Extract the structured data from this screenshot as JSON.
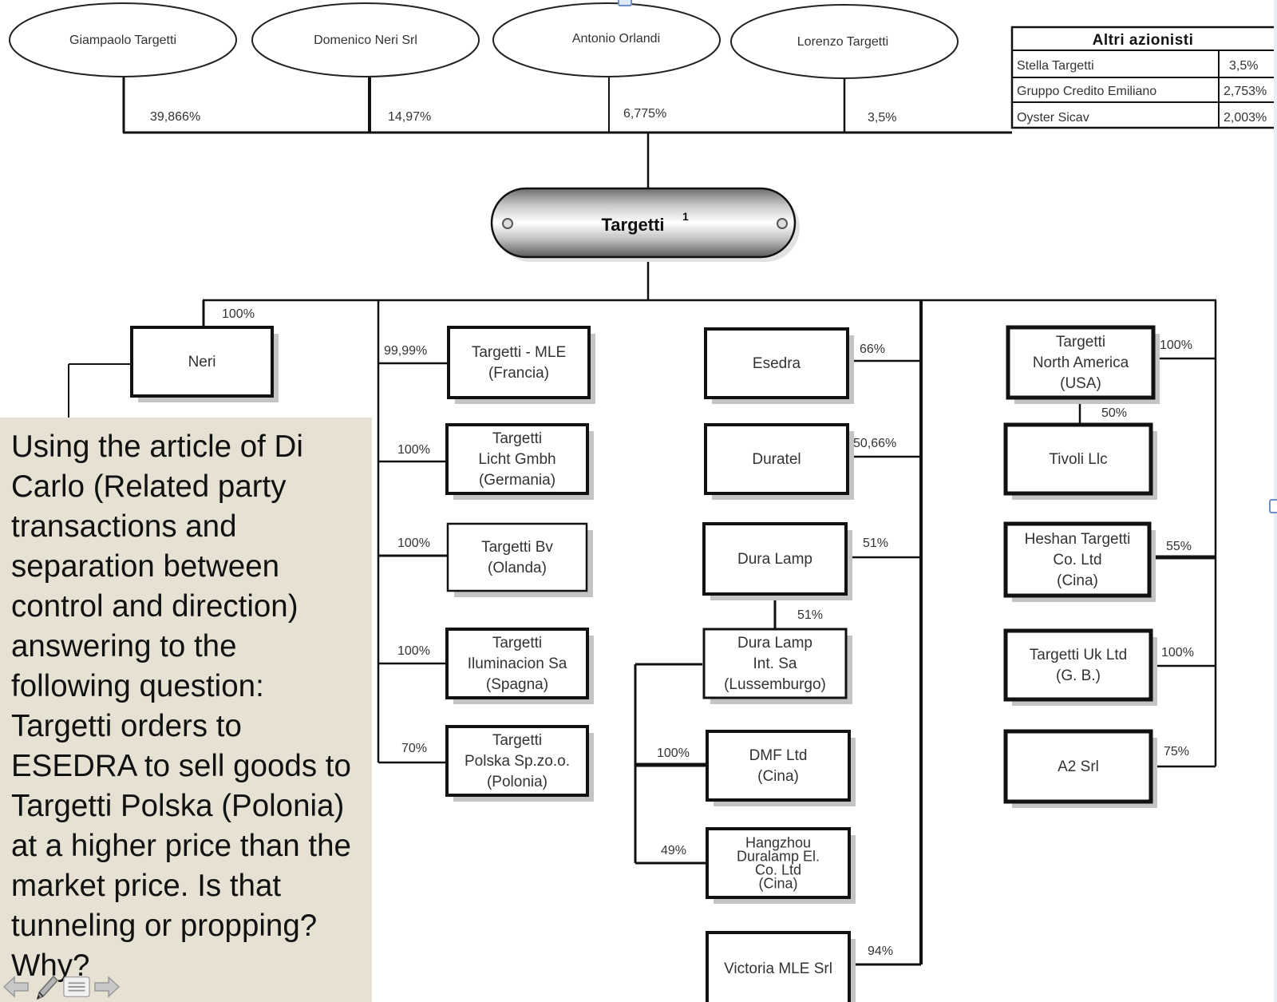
{
  "shareholders": [
    {
      "name": "Giampaolo Targetti",
      "stake": "39,866%"
    },
    {
      "name": "Domenico Neri Srl",
      "stake": "14,97%"
    },
    {
      "name": "Antonio Orlandi",
      "stake": "6,775%"
    },
    {
      "name": "Lorenzo Targetti",
      "stake": "3,5%"
    }
  ],
  "other_shareholders": {
    "title": "Altri azionisti",
    "rows": [
      {
        "name": "Stella Targetti",
        "stake": "3,5%"
      },
      {
        "name": "Gruppo Credito Emiliano",
        "stake": "2,753%"
      },
      {
        "name": "Oyster Sicav",
        "stake": "2,003%"
      }
    ]
  },
  "parent": {
    "name": "Targetti",
    "footnote": "1"
  },
  "subsidiaries": {
    "neri": {
      "lines": [
        "Neri"
      ],
      "stake": "100%"
    },
    "col1": [
      {
        "lines": [
          "Targetti - MLE",
          "(Francia)"
        ],
        "stake": "99,99%"
      },
      {
        "lines": [
          "Targetti",
          "Licht Gmbh",
          "(Germania)"
        ],
        "stake": "100%"
      },
      {
        "lines": [
          "Targetti Bv",
          "(Olanda)"
        ],
        "stake": "100%"
      },
      {
        "lines": [
          "Targetti",
          "Iluminacion Sa",
          "(Spagna)"
        ],
        "stake": "100%"
      },
      {
        "lines": [
          "Targetti",
          "Polska Sp.zo.o.",
          "(Polonia)"
        ],
        "stake": "70%"
      }
    ],
    "col2": [
      {
        "lines": [
          "Esedra"
        ],
        "stake": "66%"
      },
      {
        "lines": [
          "Duratel"
        ],
        "stake": "50,66%"
      },
      {
        "lines": [
          "Dura Lamp"
        ],
        "stake": "51%"
      },
      {
        "lines": [
          "Dura Lamp",
          "Int. Sa",
          "(Lussemburgo)"
        ],
        "stake": "51%"
      },
      {
        "lines": [
          "DMF Ltd",
          "(Cina)"
        ],
        "stake": "100%"
      },
      {
        "lines": [
          "Hangzhou",
          "Duralamp El.",
          "Co. Ltd",
          "(Cina)"
        ],
        "stake": "49%"
      },
      {
        "lines": [
          "Victoria MLE Srl"
        ],
        "stake": "94%"
      }
    ],
    "col3": [
      {
        "lines": [
          "Targetti",
          "North America",
          "(USA)"
        ],
        "stake": "100%"
      },
      {
        "lines": [
          "Tivoli Llc"
        ],
        "stake": "50%"
      },
      {
        "lines": [
          "Heshan Targetti",
          "Co. Ltd",
          "(Cina)"
        ],
        "stake": "55%"
      },
      {
        "lines": [
          "Targetti Uk Ltd",
          "(G. B.)"
        ],
        "stake": "100%"
      },
      {
        "lines": [
          "A2 Srl"
        ],
        "stake": "75%"
      }
    ]
  },
  "question": "Using the article of Di Carlo (Related party transactions and separation between control and direction) answering to the following question: Targetti orders to ESEDRA to sell goods to Targetti Polska (Polonia) at a higher price than the market price. Is that tunneling or propping? Why?",
  "nav": {
    "prev": "previous-slide",
    "pen": "pen-tool",
    "menu": "slide-menu",
    "next": "next-slide"
  }
}
